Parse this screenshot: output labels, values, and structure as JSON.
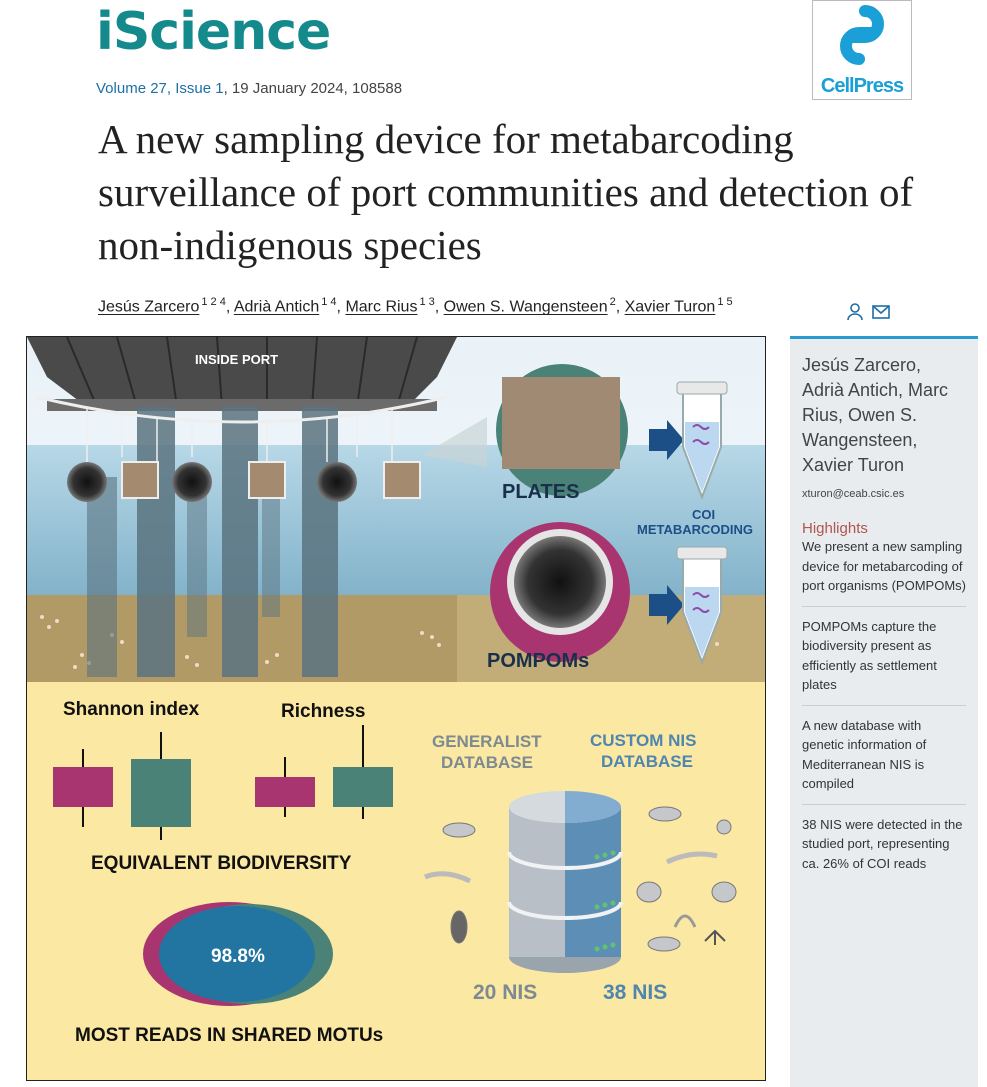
{
  "journal": {
    "name": "iScience",
    "volume_issue": "Volume 27, Issue 1",
    "date_id": ", 19 January 2024, 108588",
    "publisher": "CellPress"
  },
  "article": {
    "title": "A new sampling device for metabarcoding surveillance of port communities and detection of non-indigenous species"
  },
  "authors": [
    {
      "name": "Jesús Zarcero",
      "aff": "1 2 4"
    },
    {
      "name": "Adrià Antich",
      "aff": "1 4"
    },
    {
      "name": "Marc Rius",
      "aff": "1 3"
    },
    {
      "name": "Owen S. Wangensteen",
      "aff": "2"
    },
    {
      "name": "Xavier Turon",
      "aff": "1 5"
    }
  ],
  "sidebar": {
    "authors": "Jesús Zarcero, Adrià Antich, Marc Rius, Owen S. Wangensteen, Xavier Turon",
    "email": "xturon@ceab.csic.es",
    "highlights_title": "Highlights",
    "highlights": [
      "We present a new sampling device for metabarcoding of port organisms (POMPOMs)",
      "POMPOMs capture the biodiversity present as efficiently as settlement plates",
      "A new database with genetic information of Mediterranean NIS is compiled",
      "38 NIS were detected in the studied port, representing ca. 26% of COI reads"
    ]
  },
  "abstract": {
    "inside_port": "INSIDE PORT",
    "plates": "PLATES",
    "pompoms": "POMPOMs",
    "coi_1": "COI",
    "coi_2": "METABARCODING",
    "shannon": "Shannon index",
    "richness": "Richness",
    "equivalent": "EQUIVALENT BIODIVERSITY",
    "shared_pct": "98.8%",
    "most_reads": "MOST READS IN SHARED MOTUs",
    "gen_db_1": "GENERALIST",
    "gen_db_2": "DATABASE",
    "cus_db_1": "CUSTOM NIS",
    "cus_db_2": "DATABASE",
    "nis_gen": "20 NIS",
    "nis_cus": "38 NIS",
    "colors": {
      "teal": "#4a8277",
      "magenta": "#a83470",
      "water": "#a9cfe0",
      "sand": "#fbe8a2",
      "blue_db": "#5d8fb6"
    }
  }
}
